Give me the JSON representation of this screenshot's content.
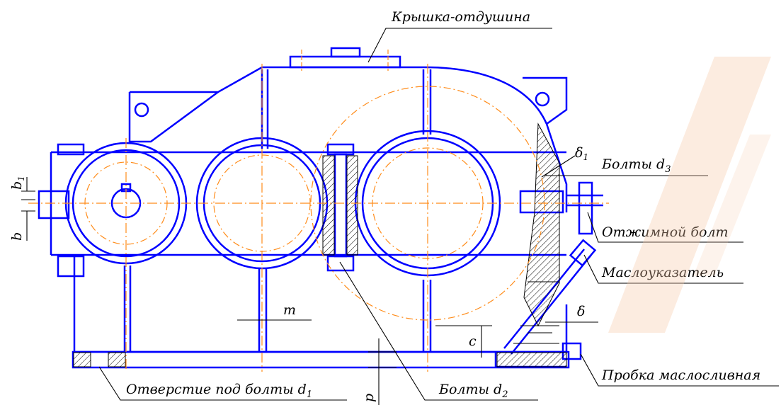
{
  "labels": {
    "cover": "Крышка-отдушина",
    "bolts_d3": "Болты d",
    "bolts_d3_sub": "3",
    "jack_bolt": "Отжимной болт",
    "oil_gauge": "Маслоуказатель",
    "drain_plug": "Пробка маслосливная",
    "holes_d1": "Отверстие под болты d",
    "holes_d1_sub": "1",
    "bolts_d2": "Болты d",
    "bolts_d2_sub": "2"
  },
  "dims": {
    "b1": "b",
    "b1_sub": "1",
    "b": "b",
    "m": "m",
    "c": "c",
    "p": "p",
    "delta": "δ",
    "delta1": "δ",
    "delta1_sub": "1"
  },
  "colors": {
    "body": "#0000ff",
    "center": "#ff8c1a",
    "text": "#000000",
    "hatch": "#000000",
    "watermark": "#f7c9a8"
  }
}
